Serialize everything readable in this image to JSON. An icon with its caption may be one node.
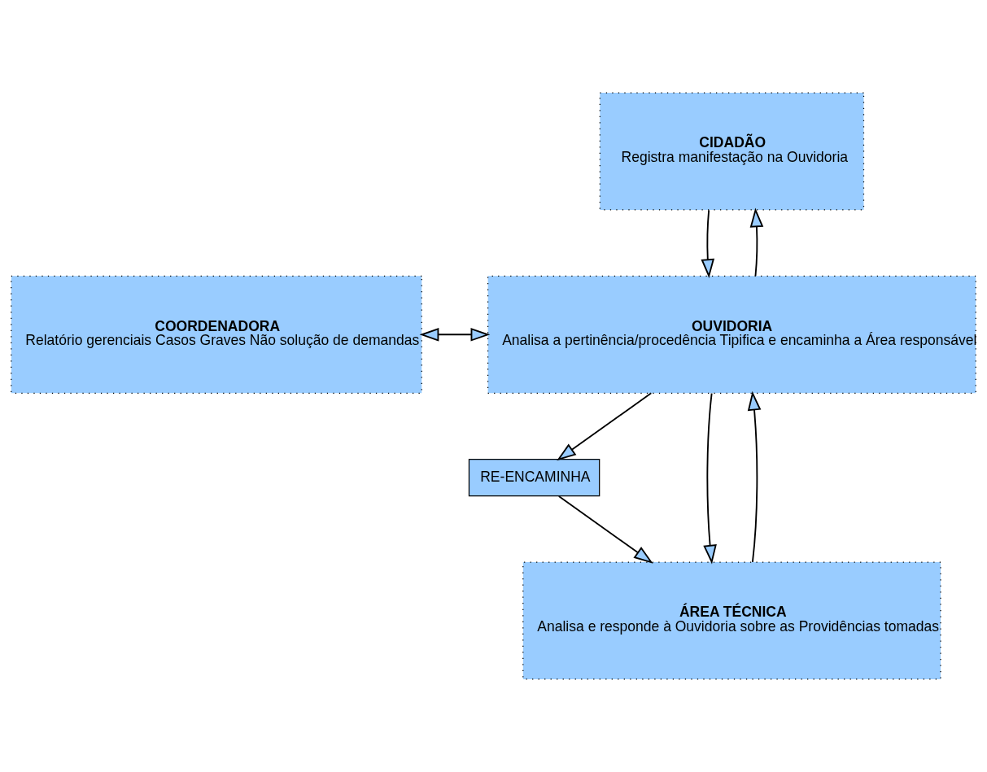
{
  "diagram": {
    "nodes": [
      {
        "text": [
          "CIDADÃO",
          "Registra manifestação na Ouvidoria"
        ]
      },
      {
        "text": [
          "COORDENADORA",
          "Relatório gerenciais Casos Graves Não solução de demandas"
        ]
      },
      {
        "text": [
          "OUVIDORIA",
          "Analisa a pertinência/procedência Tipifica e encaminha a Área responsável"
        ]
      },
      {
        "text": [
          "RE-ENCAMINHA"
        ]
      },
      {
        "text": [
          "ÁREA TÉCNICA",
          "Analisa e responde à Ouvidoria sobre as Providências tomadas"
        ]
      }
    ],
    "edges": [
      {
        "from": 2,
        "to": 0,
        "arrow": "to"
      },
      {
        "from": 0,
        "to": 2,
        "arrow": "to"
      },
      {
        "from": 1,
        "to": 2,
        "arrow": "both"
      },
      {
        "from": 4,
        "to": 2,
        "arrow": "to"
      },
      {
        "from": 2,
        "to": 4,
        "arrow": "to"
      },
      {
        "from": 2,
        "to": 3,
        "arrow": "to"
      },
      {
        "from": 3,
        "to": 4,
        "arrow": "to"
      }
    ]
  }
}
